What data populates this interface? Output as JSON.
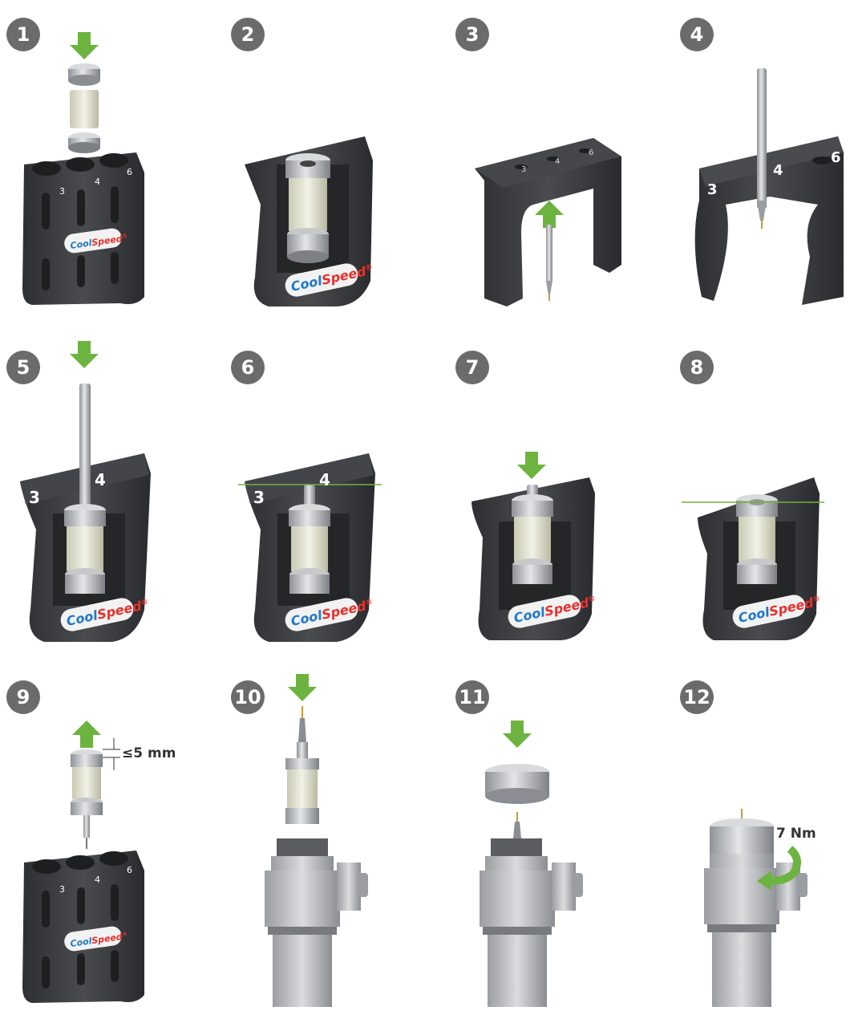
{
  "steps": [
    {
      "number": "1"
    },
    {
      "number": "2"
    },
    {
      "number": "3"
    },
    {
      "number": "4"
    },
    {
      "number": "5"
    },
    {
      "number": "6"
    },
    {
      "number": "7"
    },
    {
      "number": "8"
    },
    {
      "number": "9"
    },
    {
      "number": "10"
    },
    {
      "number": "11"
    },
    {
      "number": "12"
    }
  ],
  "brand": {
    "cool": "Cool",
    "speed": "Speed",
    "reg": "®"
  },
  "slot_labels": {
    "a": "3",
    "b": "4",
    "c": "6"
  },
  "annotations": {
    "clearance": "≤5 mm",
    "torque": "7 Nm"
  },
  "colors": {
    "badge": "#6b6b6b",
    "arrow": "#6db33f",
    "holder": "#3a3b3e",
    "holder_light": "#56575b",
    "collet": "#e6e6d6",
    "steel": "#b9bcbf",
    "brand_blue": "#1f78c8",
    "brand_red": "#e8302b"
  }
}
